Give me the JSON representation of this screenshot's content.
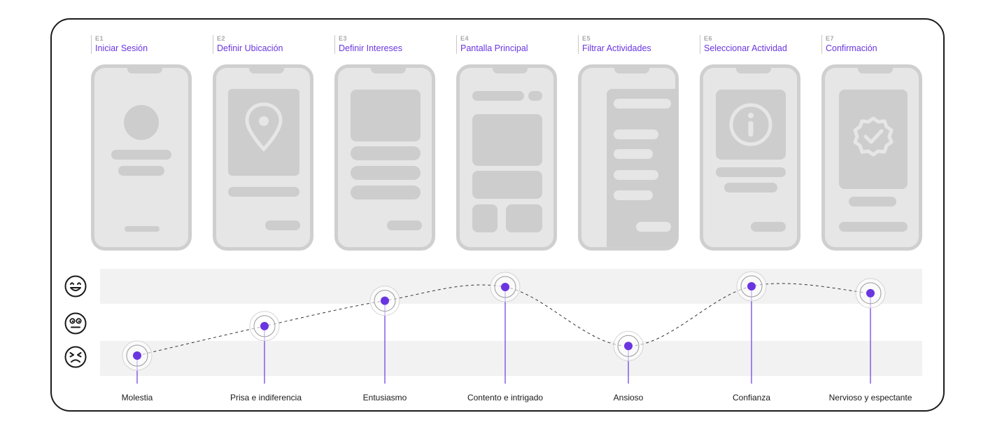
{
  "steps": [
    {
      "code": "E1",
      "title": "Iniciar Sesión",
      "emotion": "Molestia",
      "level": 0.0
    },
    {
      "code": "E2",
      "title": "Definir Ubicación",
      "emotion": "Prisa e indiferencia",
      "level": 0.43
    },
    {
      "code": "E3",
      "title": "Definir Intereses",
      "emotion": "Entusiasmo",
      "level": 0.8
    },
    {
      "code": "E4",
      "title": "Pantalla Principal",
      "emotion": "Contento e intrigado",
      "level": 1.0
    },
    {
      "code": "E5",
      "title": "Filtrar Actividades",
      "emotion": "Ansioso",
      "level": 0.14
    },
    {
      "code": "E6",
      "title": "Seleccionar Actividad",
      "emotion": "Confianza",
      "level": 1.01
    },
    {
      "code": "E7",
      "title": "Confirmación",
      "emotion": "Nervioso y espectante",
      "level": 0.91
    }
  ],
  "mood_scale": [
    "happy-face-icon",
    "neutral-face-icon",
    "angry-face-icon"
  ],
  "colors": {
    "accent": "#6a35e0",
    "phone_frame": "#cfcfcf",
    "phone_screen": "#e6e6e6",
    "placeholder": "#cdcdcd",
    "band": "#f2f2f2",
    "border": "#1c1c1c"
  }
}
